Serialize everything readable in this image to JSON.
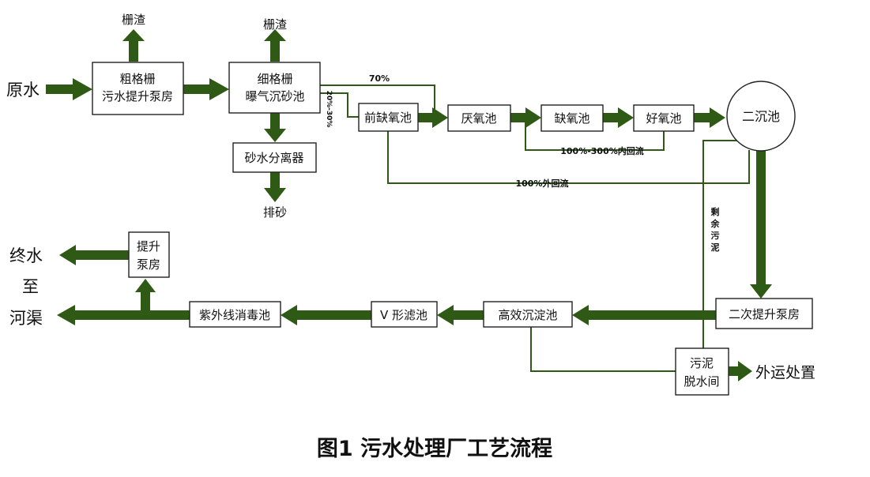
{
  "colors": {
    "arrow": "#2f5a16",
    "box_border": "#222222",
    "background": "#ffffff"
  },
  "caption": "图1  污水处理厂工艺流程",
  "nodes": {
    "raw_water": "原水",
    "coarse_screen_line1": "粗格栅",
    "coarse_screen_line2": "污水提升泵房",
    "fine_screen_line1": "细格栅",
    "fine_screen_line2": "曝气沉砂池",
    "screenings_1": "栅渣",
    "screenings_2": "栅渣",
    "sand_separator": "砂水分离器",
    "sand_discharge": "排砂",
    "pre_anoxic": "前缺氧池",
    "anaerobic": "厌氧池",
    "anoxic": "缺氧池",
    "aerobic": "好氧池",
    "secondary_clarifier": "二沉池",
    "secondary_pump": "二次提升泵房",
    "high_eff_sed": "高效沉淀池",
    "v_filter": "V 形滤池",
    "uv_disinfection": "紫外线消毒池",
    "lift_pump_line1": "提升",
    "lift_pump_line2": "泵房",
    "final_water_line1": "终水",
    "final_water_line2": "至",
    "final_water_line3": "河渠",
    "sludge_dewater_line1": "污泥",
    "sludge_dewater_line2": "脱水间",
    "offsite_disposal": "外运处置"
  },
  "labels": {
    "bypass_70": "70%",
    "split_20_30": "20%-30%",
    "internal_recycle": "100%-300%内回流",
    "external_recycle": "100%外回流",
    "excess_sludge_1": "剩",
    "excess_sludge_2": "余",
    "excess_sludge_3": "污",
    "excess_sludge_4": "泥"
  }
}
